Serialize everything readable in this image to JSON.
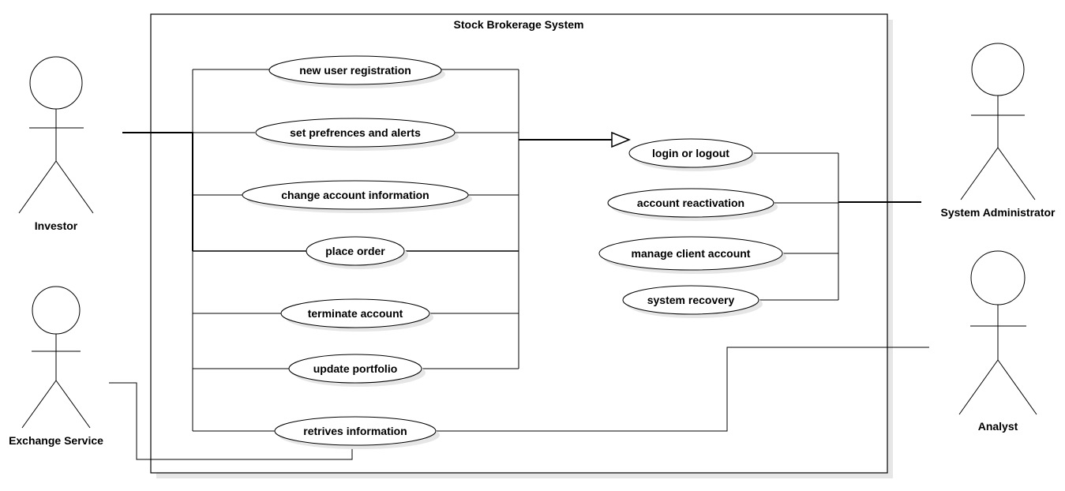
{
  "system": {
    "title": "Stock Brokerage System"
  },
  "actors": {
    "investor": "Investor",
    "exchange": "Exchange Service",
    "admin": "System Administrator",
    "analyst": "Analyst"
  },
  "use_cases": {
    "registration": "new user registration",
    "preferences": "set prefrences and alerts",
    "change_account": "change account information",
    "place_order": "place order",
    "terminate": "terminate account",
    "update_portfolio": "update portfolio",
    "retrieve_info": "retrives information",
    "login": "login or logout",
    "reactivation": "account reactivation",
    "manage_client": "manage client account",
    "recovery": "system recovery"
  },
  "colors": {
    "stroke": "#000000",
    "shadow": "#e6e6e6",
    "background": "#ffffff"
  }
}
